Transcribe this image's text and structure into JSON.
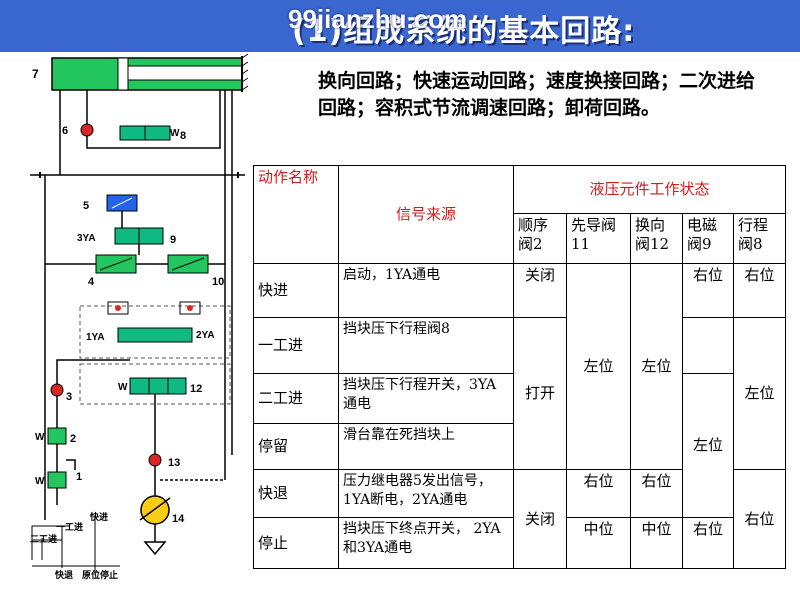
{
  "slide": {
    "title": "(1)组成系统的基本回路:",
    "watermark": "99jianzhu.com",
    "description": "换向回路；快速运动回路；速度换接回路；二次进给回路；容积式节流调速回路；卸荷回路。",
    "header_color": "#3a66cf"
  },
  "diagram": {
    "labels": {
      "n7": "7",
      "n6": "6",
      "n8": "8",
      "n5": "5",
      "n9": "9",
      "n3ya": "3YA",
      "n4": "4",
      "n10": "10",
      "n1ya": "1YA",
      "n2ya": "2YA",
      "n12": "12",
      "n3": "3",
      "n2": "2",
      "n1": "1",
      "n13": "13",
      "n14": "14",
      "w": "W",
      "cyc_kuaijin": "快进",
      "cyc_yigongjin": "一工进",
      "cyc_ergongjin": "二工进",
      "cyc_kuaitui": "快退",
      "cyc_yuanwei": "原位停止"
    },
    "colors": {
      "component": "#22c55e",
      "valve": "#10b981",
      "pump": "#facc15",
      "check": "#dc2626",
      "line": "#000000"
    }
  },
  "table": {
    "header_action": "动作名称",
    "header_signal": "信号来源",
    "header_status": "液压元件工作状态",
    "subheaders": [
      "顺序阀2",
      "先导阀11",
      "换向阀12",
      "电磁阀9",
      "行程阀8"
    ],
    "rows": [
      {
        "action": "快进",
        "signal": "启动，1YA通电"
      },
      {
        "action": "一工进",
        "signal": "挡块压下行程阀8"
      },
      {
        "action": "二工进",
        "signal": "挡块压下行程开关，3YA通电"
      },
      {
        "action": "停留",
        "signal": "滑台靠在死挡块上"
      },
      {
        "action": "快退",
        "signal": "压力继电器5发出信号，1YA断电，2YA通电"
      },
      {
        "action": "停止",
        "signal": "挡块压下终点开关， 2YA 和3YA通电"
      }
    ],
    "cells": {
      "seq_close1": "关闭",
      "seq_open": "打开",
      "seq_close2": "关闭",
      "pilot_left": "左位",
      "pilot_right": "右位",
      "pilot_mid": "中位",
      "rev_left": "左位",
      "rev_right": "右位",
      "rev_mid": "中位",
      "sol_right1": "右位",
      "sol_left": "左位",
      "sol_right2": "右位",
      "travel_right1": "右位",
      "travel_left": "左位",
      "travel_right2": "右位"
    }
  }
}
